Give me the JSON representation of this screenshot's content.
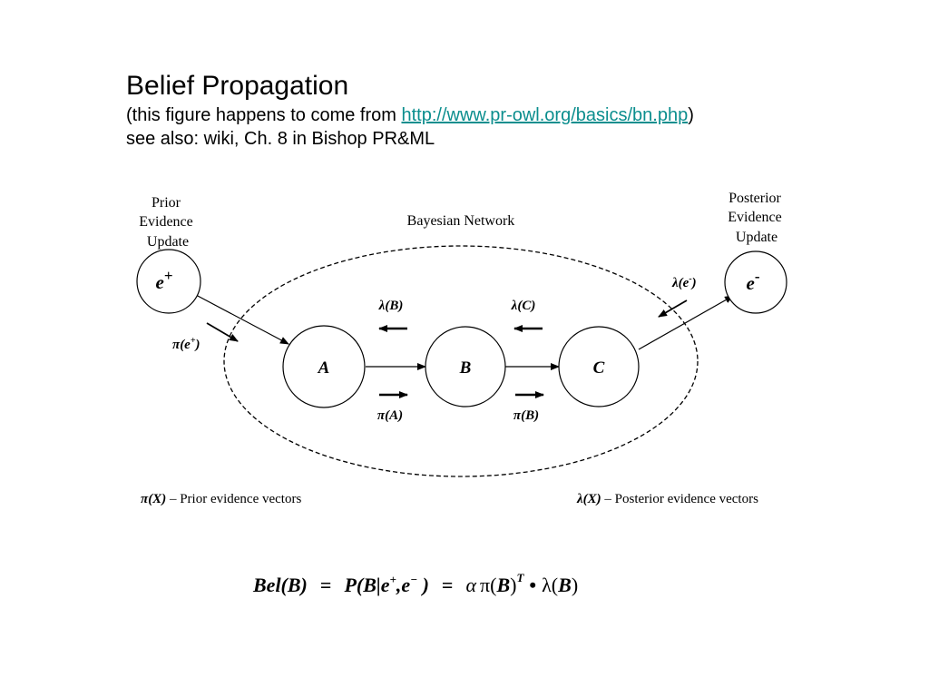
{
  "header": {
    "title": "Belief Propagation",
    "source_prefix": "(this figure happens to come from ",
    "source_link": "http://www.pr-owl.org/basics/bn.php",
    "source_suffix": ")",
    "see_also": "see also: wiki, Ch. 8 in Bishop PR&ML"
  },
  "diagram": {
    "prior_label": [
      "Prior",
      "Evidence",
      "Update"
    ],
    "posterior_label": [
      "Posterior",
      "Evidence",
      "Update"
    ],
    "network_label": "Bayesian Network",
    "nodes": {
      "e_plus": "e",
      "e_plus_sup": "+",
      "a": "A",
      "b": "B",
      "c": "C",
      "e_minus": "e",
      "e_minus_sup": "-"
    },
    "msg_pi_e_main": "π(e",
    "msg_pi_e_sup": "+",
    "msg_pi_e_close": ")",
    "msg_lambda_e_main": "λ(e",
    "msg_lambda_e_sup": "-",
    "msg_lambda_e_close": ")",
    "msg_lambda_b": "λ(B)",
    "msg_lambda_c": "λ(C)",
    "msg_pi_a": "π(A)",
    "msg_pi_b": "π(B)",
    "legend_pi_sym": "π(X)",
    "legend_pi_text": " – Prior evidence vectors",
    "legend_lambda_sym": "λ(X)",
    "legend_lambda_text": " – Posterior evidence vectors"
  },
  "formula": {
    "lhs": "Bel(B)",
    "eq1": "=",
    "mid_pre": "P(B|e",
    "mid_sup1": "+",
    "mid_comma": ",e",
    "mid_sup2": "−",
    "mid_close": " )",
    "eq2": "=",
    "alpha": "α",
    "pi": "π(",
    "b1": "B",
    "pi_close": ")",
    "sup_t": "T",
    "dot": "•",
    "lambda": "λ(",
    "b2": "B",
    "lambda_close": ")"
  }
}
